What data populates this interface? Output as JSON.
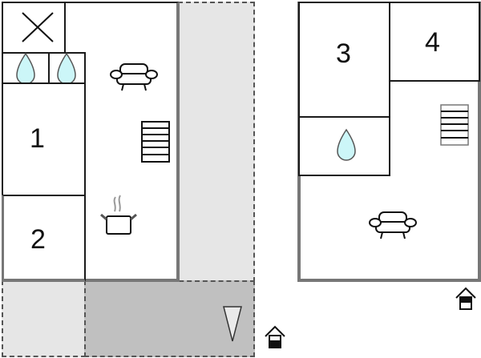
{
  "floorplan": {
    "colors": {
      "wall": "#1a1a1a",
      "outer_wall": "#777777",
      "terrace_light": "#e6e6e6",
      "terrace_dark": "#c0c0c0",
      "water_drop": "#ccf6f8",
      "dashed": "#555555"
    },
    "ground_floor": {
      "rooms": [
        {
          "id": "1",
          "label": "1",
          "type": "bedroom"
        },
        {
          "id": "2",
          "label": "2",
          "type": "bedroom"
        }
      ],
      "icons": [
        "no-access-cross-icon",
        "water-drop-icon",
        "water-drop-icon",
        "sofa-icon",
        "stairs-icon",
        "cooking-pot-icon",
        "triangle-marker-icon",
        "entrance-house-icon"
      ]
    },
    "upper_floor": {
      "rooms": [
        {
          "id": "3",
          "label": "3",
          "type": "bedroom"
        },
        {
          "id": "4",
          "label": "4",
          "type": "bedroom"
        }
      ],
      "icons": [
        "water-drop-icon",
        "stairs-icon",
        "sofa-icon",
        "entrance-house-icon"
      ]
    }
  }
}
